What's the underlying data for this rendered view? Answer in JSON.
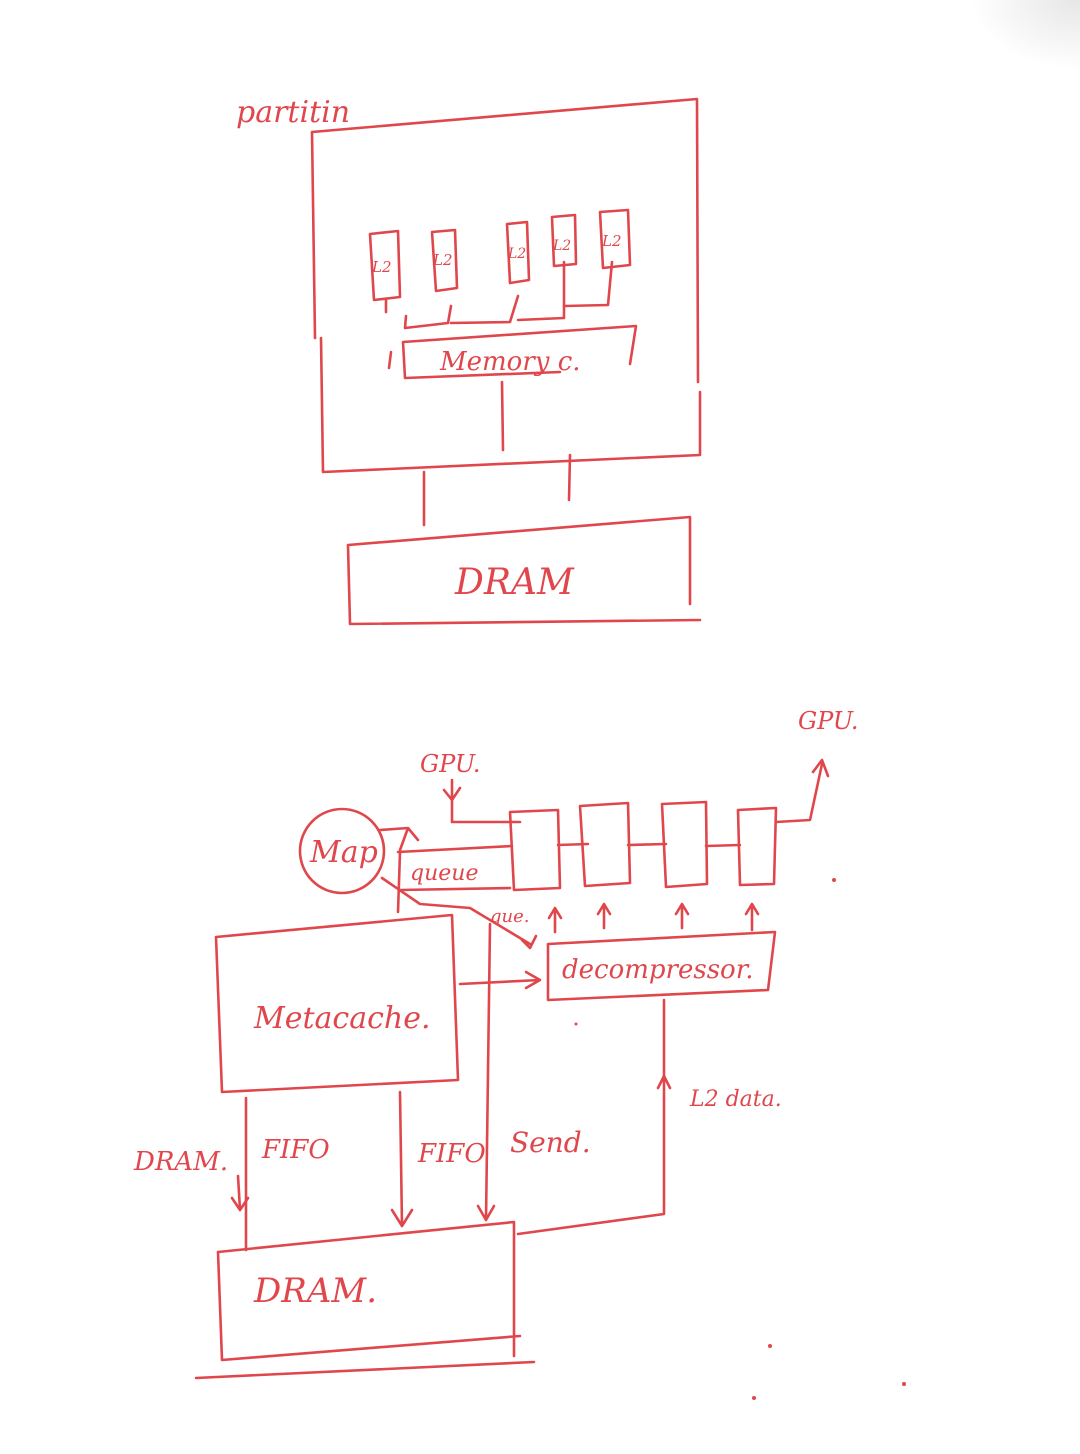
{
  "colors": {
    "ink": "#e0474c",
    "paper": "#ffffff"
  },
  "diagram_top": {
    "partition_label": "partitin",
    "l2_labels": [
      "L2",
      "L2",
      "L2",
      "L2",
      "L2"
    ],
    "memory_controller_label": "Memory c.",
    "dram_label": "DRAM"
  },
  "diagram_bottom": {
    "gpu_input_label": "GPU.",
    "gpu_output_label": "GPU.",
    "map_label": "Map",
    "queue_label": "queue",
    "queue_small_label": "que.",
    "metacache_label": "Metacache.",
    "decompressor_label": "decompressor.",
    "l2_data_label": "L2 data.",
    "dram_side_label": "DRAM.",
    "fifo_left_label": "FIFO",
    "fifo_right_label": "FIFO",
    "send_label": "Send.",
    "dram_label": "DRAM."
  }
}
